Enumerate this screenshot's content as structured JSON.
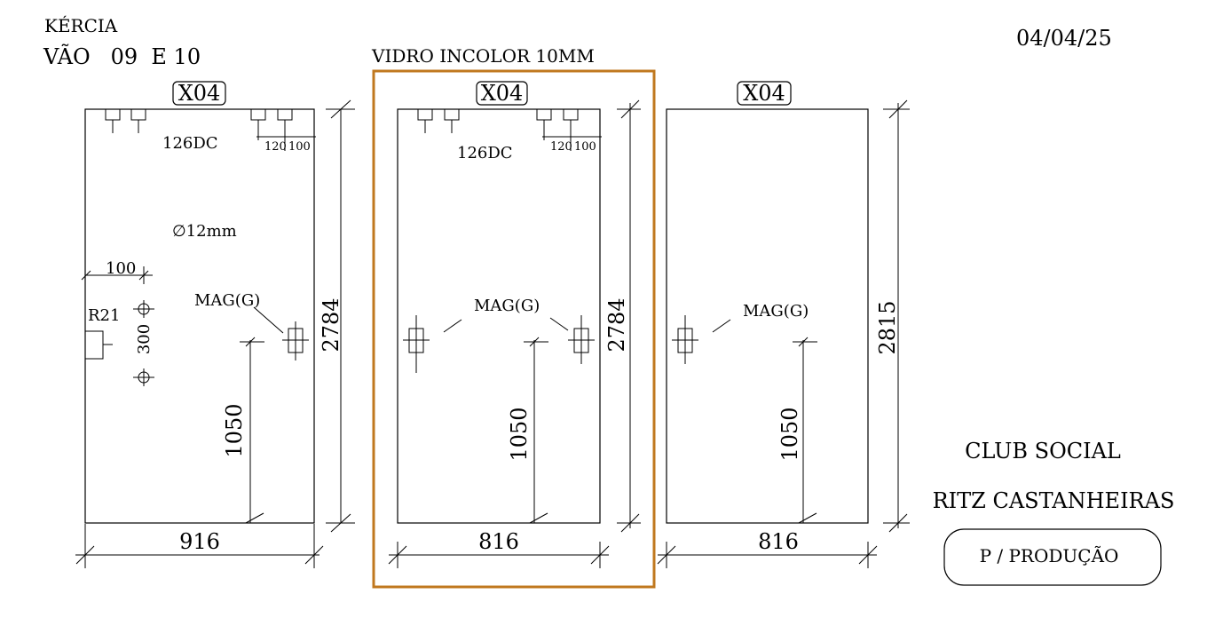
{
  "header": {
    "client": "KÉRCIA",
    "span": "VÃO   09  E 10",
    "glass": "VIDRO INCOLOR 10MM",
    "date": "04/04/25"
  },
  "panels": [
    {
      "code": "X04",
      "fitting": "126DC",
      "offset_a": "120",
      "offset_b": "100",
      "hole": "∅12mm",
      "edge_offset": "100",
      "radius": "R21",
      "hole_spacing": "300",
      "mag_label": "MAG(G)",
      "height_to_mag": "1050",
      "height": "2784",
      "width": "916"
    },
    {
      "code": "X04",
      "fitting": "126DC",
      "offset_a": "120",
      "offset_b": "100",
      "mag_label": "MAG(G)",
      "height_to_mag": "1050",
      "height": "2784",
      "width": "816"
    },
    {
      "code": "X04",
      "mag_label": "MAG(G)",
      "height_to_mag": "1050",
      "height": "2815",
      "width": "816"
    }
  ],
  "project": {
    "name_line1": "CLUB SOCIAL",
    "name_line2": "RITZ CASTANHEIRAS",
    "status": "P / PRODUÇÃO"
  },
  "colors": {
    "highlight": "#c0781f",
    "line": "#000000"
  }
}
